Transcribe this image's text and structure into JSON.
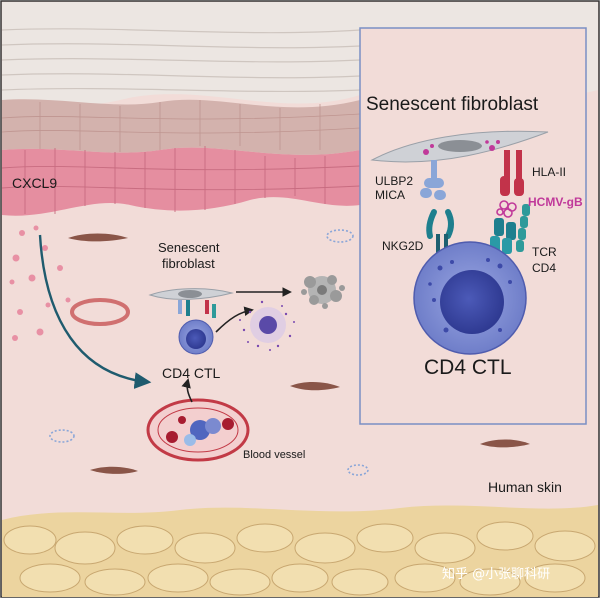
{
  "labels": {
    "cxcl9": "CXCL9",
    "senescent_fibroblast_small_line1": "Senescent",
    "senescent_fibroblast_small_line2": "fibroblast",
    "cd4_ctl_small": "CD4 CTL",
    "blood_vessel": "Blood vessel",
    "human_skin": "Human skin"
  },
  "inset": {
    "title": "Senescent fibroblast",
    "ulbp2": "ULBP2",
    "mica": "MICA",
    "hla_ii": "HLA-II",
    "hcmv_gb": "HCMV-gB",
    "nkg2d": "NKG2D",
    "tcr": "TCR",
    "cd4": "CD4",
    "cd4_ctl": "CD4 CTL"
  },
  "watermark": "知乎 @小张聊科研",
  "colors": {
    "dermis": "#f2dcd8",
    "epidermis_pink": "#e58ea0",
    "inset_border": "#7a8fc4",
    "tcell": "#7b8ad0",
    "tcell_nucleus": "#3d4aa8",
    "hcmv": "#c0399a",
    "arrow_teal": "#1f5b6e"
  }
}
